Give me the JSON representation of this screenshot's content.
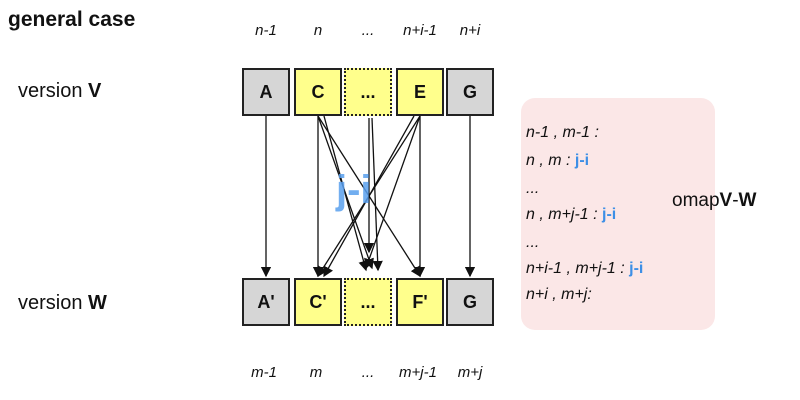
{
  "title": "general case",
  "versions": {
    "v": {
      "label": "version ",
      "name": "V"
    },
    "w": {
      "label": "version ",
      "name": "W"
    }
  },
  "top_indices": [
    "n-1",
    "n",
    "...",
    "n+i-1",
    "n+i"
  ],
  "bottom_indices": [
    "m-1",
    "m",
    "...",
    "m+j-1",
    "m+j"
  ],
  "top_boxes": [
    "A",
    "C",
    "...",
    "E",
    "G"
  ],
  "bottom_boxes": [
    "A'",
    "C'",
    "...",
    "F'",
    "G"
  ],
  "center_label": "j-i",
  "panel": {
    "lines": [
      {
        "text": "n-1 , m-1 :",
        "tag": ""
      },
      {
        "text": "n , m : ",
        "tag": "j-i"
      },
      {
        "text": "...",
        "tag": ""
      },
      {
        "text": "n , m+j-1 : ",
        "tag": "j-i"
      },
      {
        "text": "...",
        "tag": ""
      },
      {
        "text": "n+i-1 , m+j-1 : ",
        "tag": "j-i"
      },
      {
        "text": "n+i , m+j:",
        "tag": ""
      }
    ]
  },
  "omap": {
    "prefix": "omap",
    "v": "V",
    "dash": "-",
    "w": "W"
  },
  "colors": {
    "gray_box": "#d6d6d6",
    "yellow_box": "#ffff8c",
    "panel": "#fbe7e7",
    "accent": "#3d8fe6"
  }
}
